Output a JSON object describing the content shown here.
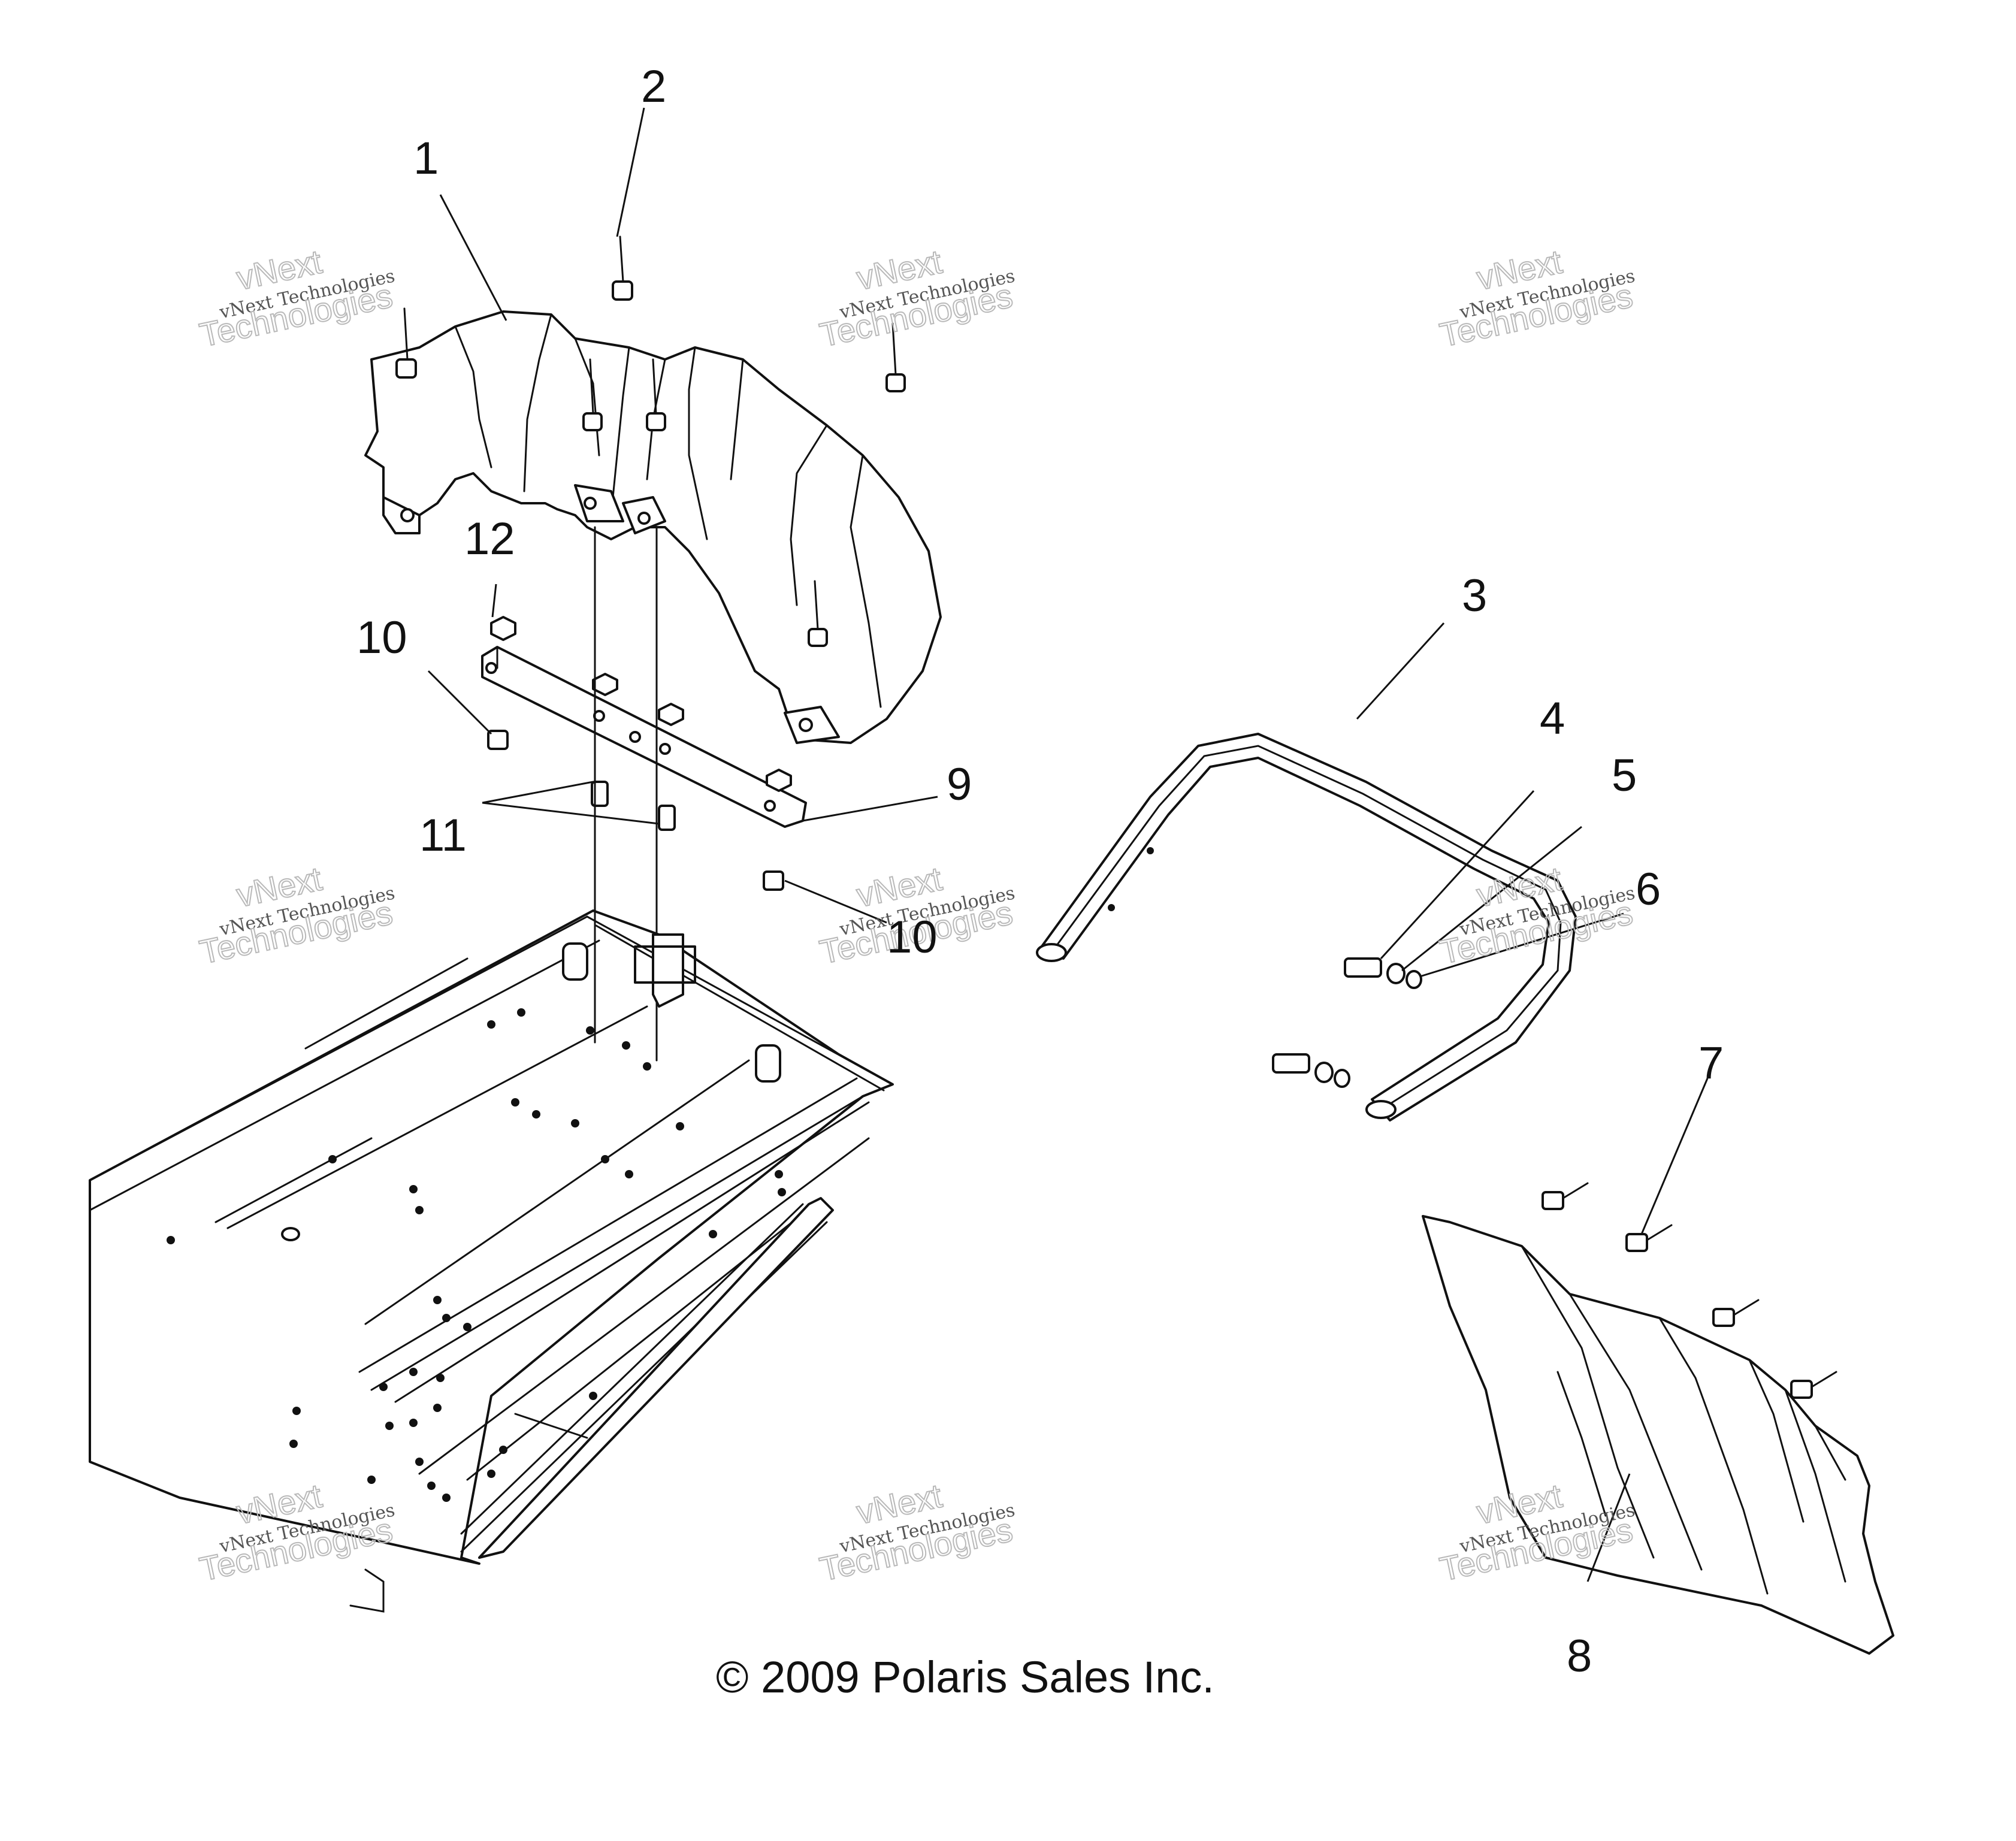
{
  "callouts": {
    "c1": "1",
    "c2": "2",
    "c3": "3",
    "c4": "4",
    "c5": "5",
    "c6": "6",
    "c7": "7",
    "c8": "8",
    "c9": "9",
    "c10a": "10",
    "c10b": "10",
    "c11": "11",
    "c12": "12"
  },
  "watermark": {
    "brand": "vNext",
    "line": "vNext Technologies",
    "sub": "Technologies"
  },
  "copyright": "© 2009 Polaris Sales Inc."
}
